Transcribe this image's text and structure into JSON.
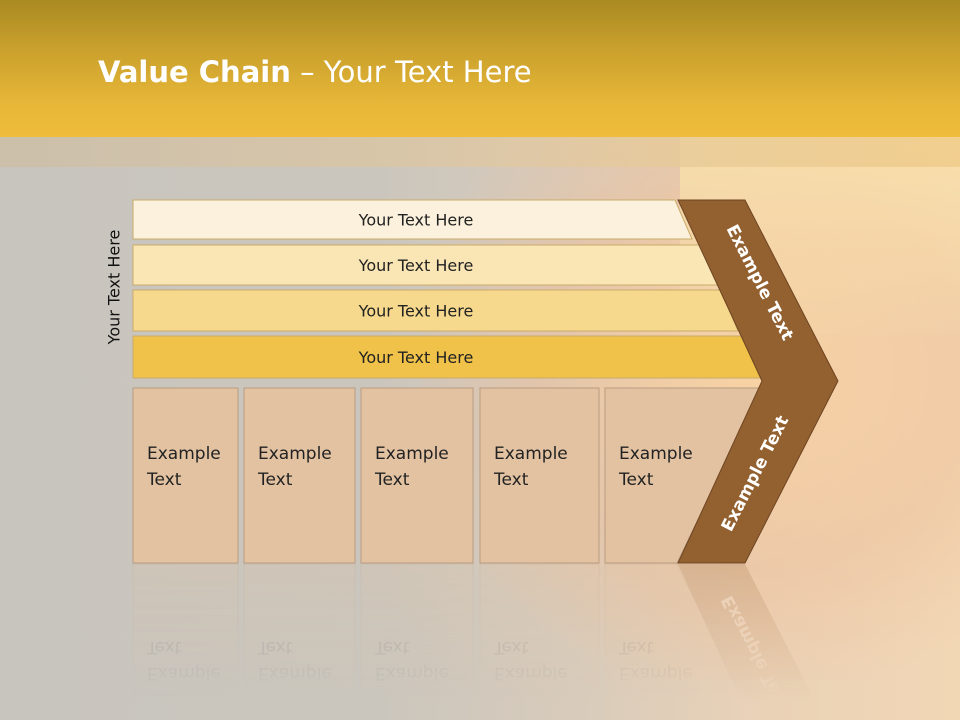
{
  "slide": {
    "title_bold": "Value Chain",
    "title_rest": " – Your Text Here",
    "side_label": "Your Text Here"
  },
  "bars": [
    {
      "label": "Your Text Here",
      "color": "#fbf1dc"
    },
    {
      "label": "Your Text Here",
      "color": "#fae5b4"
    },
    {
      "label": "Your Text Here",
      "color": "#f7d98e"
    },
    {
      "label": "Your Text Here",
      "color": "#f0c24a"
    }
  ],
  "boxes": [
    {
      "line1": "Example",
      "line2": "Text"
    },
    {
      "line1": "Example",
      "line2": "Text"
    },
    {
      "line1": "Example",
      "line2": "Text"
    },
    {
      "line1": "Example",
      "line2": "Text"
    },
    {
      "line1": "Example",
      "line2": "Text"
    }
  ],
  "arrow": {
    "upper_label": "Example Text",
    "lower_label": "Example Text",
    "color": "#93602f"
  },
  "colors": {
    "box_fill": "#e3c2a2",
    "box_stroke": "#b89c80",
    "header": "#e6b638"
  }
}
